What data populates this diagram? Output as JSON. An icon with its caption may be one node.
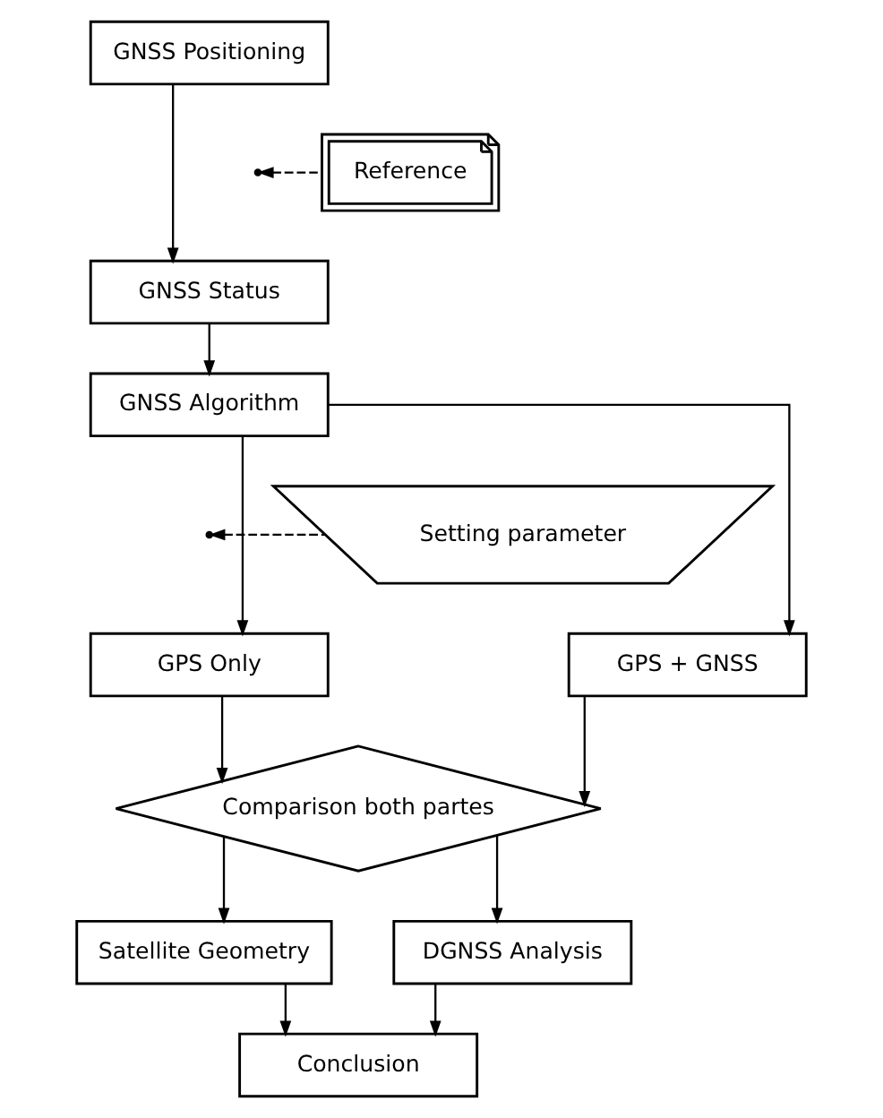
{
  "diagram": {
    "nodes": [
      {
        "text": [
          "GNSS Positioning"
        ]
      },
      {
        "text": [
          "GNSS Status"
        ]
      },
      {
        "text": [
          "GNSS Algorithm"
        ]
      },
      {
        "text": [
          "GPS Only"
        ]
      },
      {
        "text": [
          "GPS + GNSS"
        ]
      },
      {
        "text": [
          "Comparison both partes"
        ]
      },
      {
        "text": [
          "Satellite Geometry"
        ]
      },
      {
        "text": [
          "DGNSS Analysis"
        ]
      },
      {
        "text": [
          "Conclusion"
        ]
      },
      {
        "text": [
          "Reference"
        ]
      },
      {
        "text": [
          "Setting parameter"
        ]
      }
    ],
    "edges": [
      {
        "from": 0,
        "to": 1,
        "arrow": "to"
      },
      {
        "from": 9,
        "to": null,
        "arrow": "to",
        "style": "dashed"
      },
      {
        "from": 1,
        "to": 2,
        "arrow": "to"
      },
      {
        "from": 2,
        "to": 3,
        "arrow": "to"
      },
      {
        "from": 2,
        "to": 4,
        "arrow": "to"
      },
      {
        "from": 10,
        "to": null,
        "arrow": "to",
        "style": "dashed"
      },
      {
        "from": 3,
        "to": 5,
        "arrow": "to"
      },
      {
        "from": 4,
        "to": 5,
        "arrow": "to"
      },
      {
        "from": 5,
        "to": 6,
        "arrow": "to"
      },
      {
        "from": 5,
        "to": 7,
        "arrow": "to"
      },
      {
        "from": 6,
        "to": 8,
        "arrow": "to"
      },
      {
        "from": 7,
        "to": 8,
        "arrow": "to"
      }
    ]
  }
}
